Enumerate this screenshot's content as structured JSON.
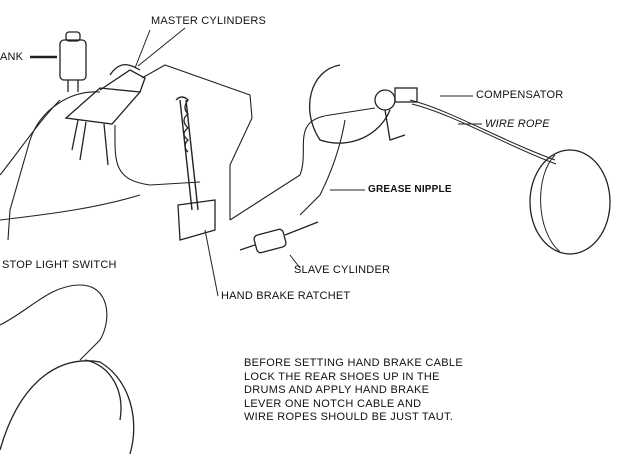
{
  "labels": {
    "tank": "ANK",
    "master_cylinders": "MASTER CYLINDERS",
    "compensator": "COMPENSATOR",
    "wire_rope": "WIRE ROPE",
    "grease_nipple": "GREASE NIPPLE",
    "slave_cylinder": "SLAVE CYLINDER",
    "hand_brake_ratchet": "HAND BRAKE RATCHET",
    "stop_light_switch": "STOP LIGHT SWITCH"
  },
  "note": [
    "BEFORE SETTING HAND BRAKE CABLE",
    "LOCK THE REAR SHOES UP IN THE",
    "DRUMS AND APPLY HAND BRAKE",
    "LEVER ONE NOTCH  CABLE  AND",
    "WIRE ROPES SHOULD BE JUST TAUT."
  ]
}
